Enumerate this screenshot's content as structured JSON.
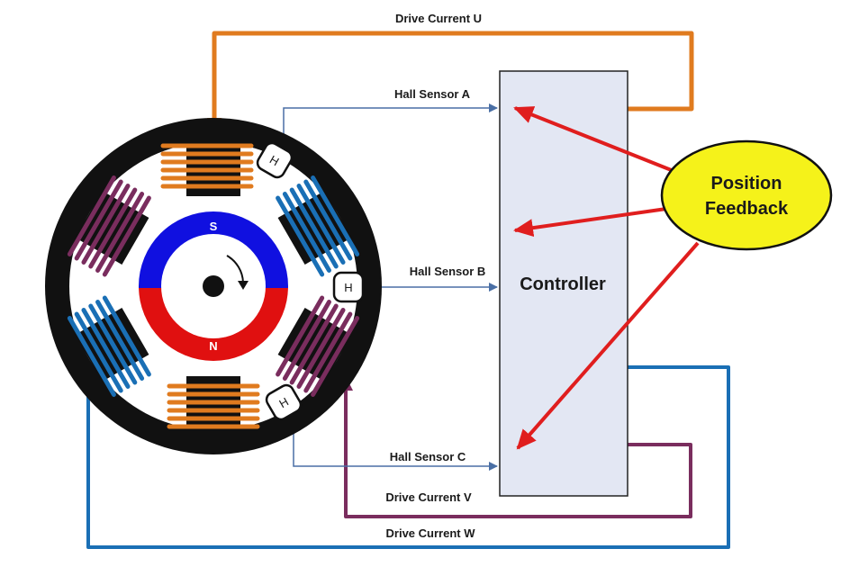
{
  "labels": {
    "drive_u": "Drive Current U",
    "drive_v": "Drive Current V",
    "drive_w": "Drive Current W",
    "hall_a": "Hall Sensor A",
    "hall_b": "Hall Sensor B",
    "hall_c": "Hall Sensor C",
    "controller": "Controller",
    "feedback_line1": "Position",
    "feedback_line2": "Feedback",
    "pole_s": "S",
    "pole_n": "N",
    "hall_symbol": "H"
  },
  "colors": {
    "drive_u": "#e07b1f",
    "drive_v": "#7a2d5e",
    "drive_w": "#1a6fb5",
    "hall_wire": "#4a6fa5",
    "feedback_arrow": "#e01e1e",
    "controller_fill": "#e3e7f3",
    "feedback_fill": "#f5f21a",
    "stator": "#111111",
    "rotor_s": "#1010e0",
    "rotor_n": "#e01010"
  }
}
